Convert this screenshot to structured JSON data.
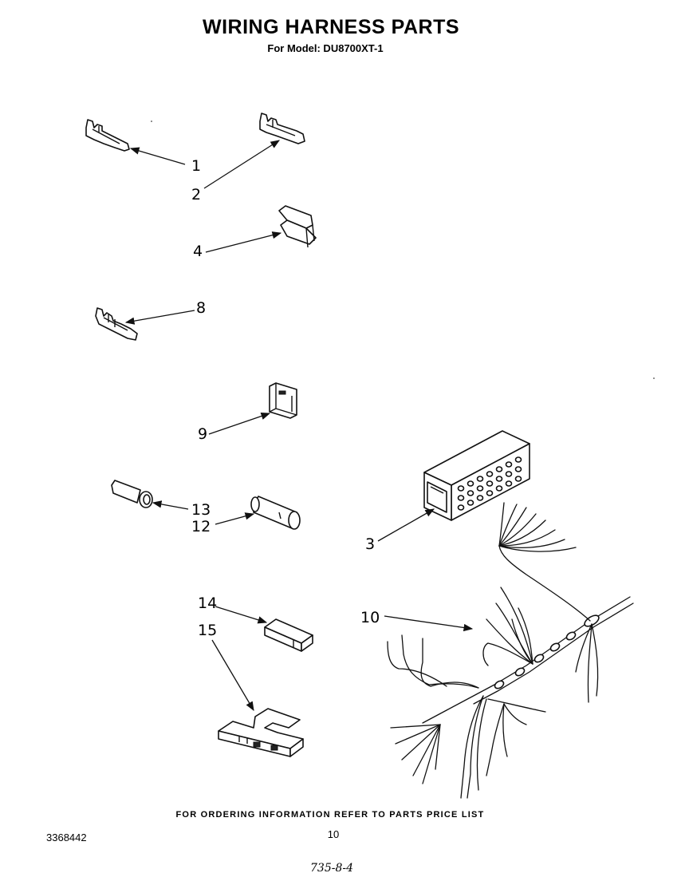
{
  "header": {
    "title": "WIRING HARNESS PARTS",
    "subtitle": "For Model: DU8700XT-1"
  },
  "callouts": {
    "p1": "1",
    "p2": "2",
    "p3": "3",
    "p4": "4",
    "p8": "8",
    "p9": "9",
    "p10": "10",
    "p12": "12",
    "p13": "13",
    "p14": "14",
    "p15": "15"
  },
  "footer": {
    "ordering_note": "FOR ORDERING INFORMATION REFER TO PARTS PRICE LIST",
    "doc_number": "3368442",
    "page_number": "10",
    "handwritten_date": "735-8-4"
  },
  "colors": {
    "ink": "#111111",
    "paper": "#ffffff"
  }
}
